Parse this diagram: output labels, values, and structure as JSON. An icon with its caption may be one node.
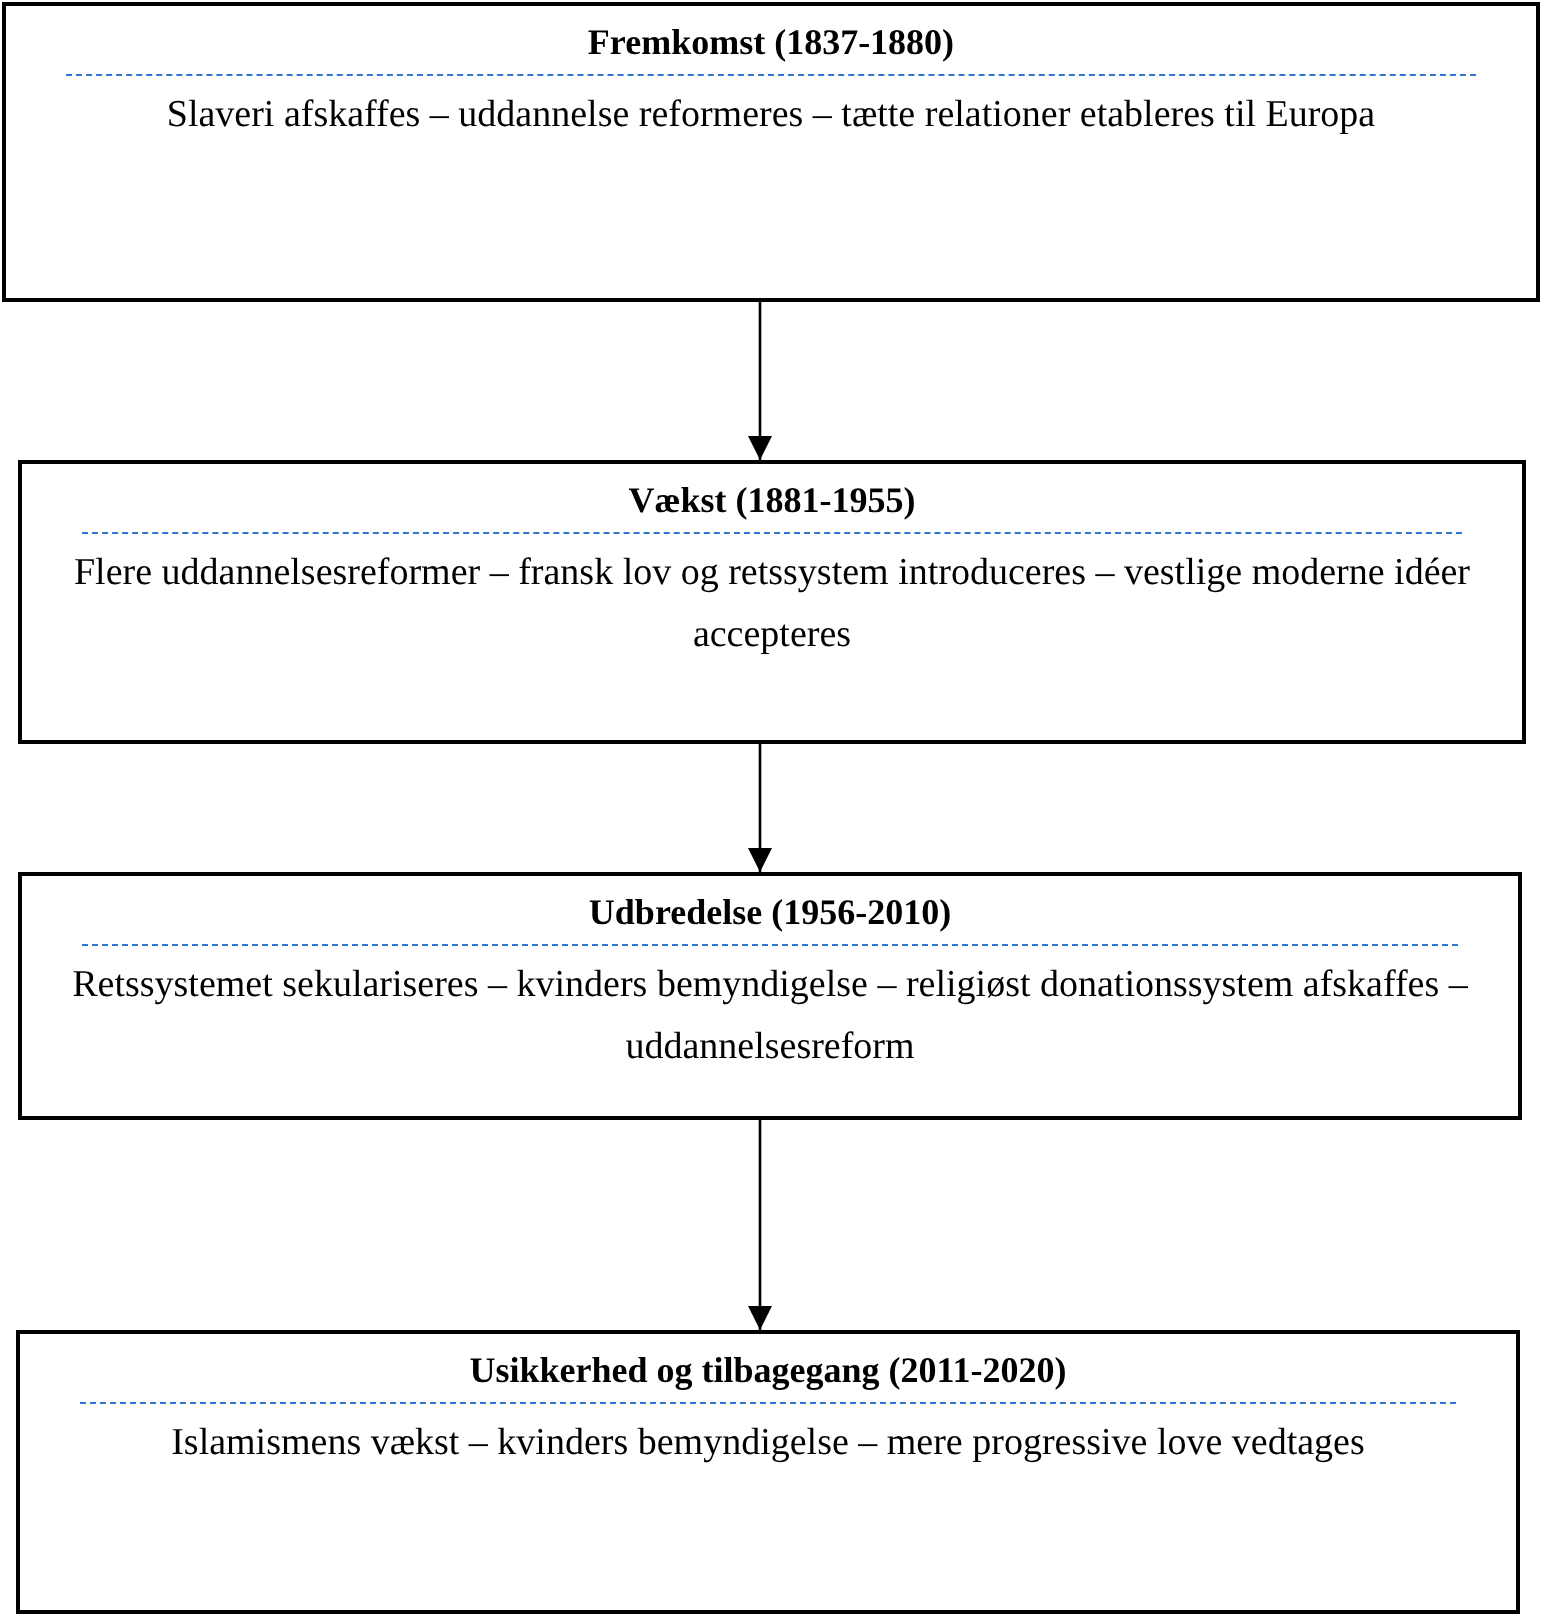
{
  "diagram": {
    "nodes": [
      {
        "text": [
          "Fremkomst (1837-1880)",
          "Slaveri afskaffes – uddannelse reformeres – tætte relationer etableres til Europa"
        ]
      },
      {
        "text": [
          "Vækst (1881-1955)",
          "Flere uddannelsesreformer – fransk lov og retssystem introduceres – vestlige moderne idéer accepteres"
        ]
      },
      {
        "text": [
          "Udbredelse (1956-2010)",
          "Retssystemet sekulariseres – kvinders bemyndigelse – religiøst donationssystem afskaffes – uddannelsesreform"
        ]
      },
      {
        "text": [
          "Usikkerhed og tilbagegang (2011-2020)",
          "Islamismens vækst – kvinders bemyndigelse – mere progressive love vedtages"
        ]
      }
    ],
    "edges": [
      {
        "from": 0,
        "to": 1,
        "arrow": "to"
      },
      {
        "from": 1,
        "to": 2,
        "arrow": "to"
      },
      {
        "from": 2,
        "to": 3,
        "arrow": "to"
      }
    ]
  }
}
